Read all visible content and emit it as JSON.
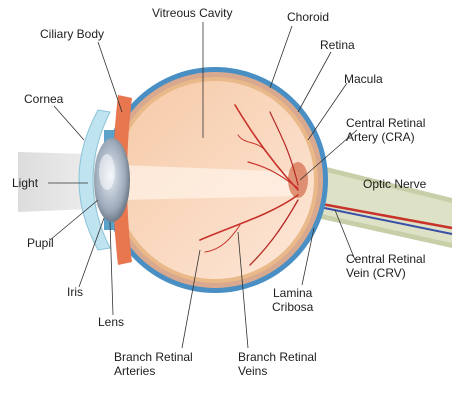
{
  "labels": {
    "vitreous_cavity": "Vitreous Cavity",
    "choroid": "Choroid",
    "ciliary_body": "Ciliary Body",
    "retina": "Retina",
    "cornea": "Cornea",
    "macula": "Macula",
    "central_retinal_artery": [
      "Central Retinal",
      "Artery (CRA)"
    ],
    "light": "Light",
    "optic_nerve": "Optic Nerve",
    "pupil": "Pupil",
    "iris": "Iris",
    "lens": "Lens",
    "lamina_cribosa": [
      "Lamina",
      "Cribosa"
    ],
    "central_retinal_vein": [
      "Central Retinal",
      "Vein (CRV)"
    ],
    "branch_retinal_arteries": [
      "Branch Retinal",
      "Arteries"
    ],
    "branch_retinal_veins": [
      "Branch Retinal",
      "Veins"
    ]
  },
  "colors": {
    "sclera": "#4a8fc4",
    "choroid": "#d9a98f",
    "retina": "#e9b98a",
    "vitreous": "#f9ddc8",
    "vessels": "#c8322a",
    "vein": "#3b4fa8",
    "optic_nerve": "#c7cfa9"
  }
}
